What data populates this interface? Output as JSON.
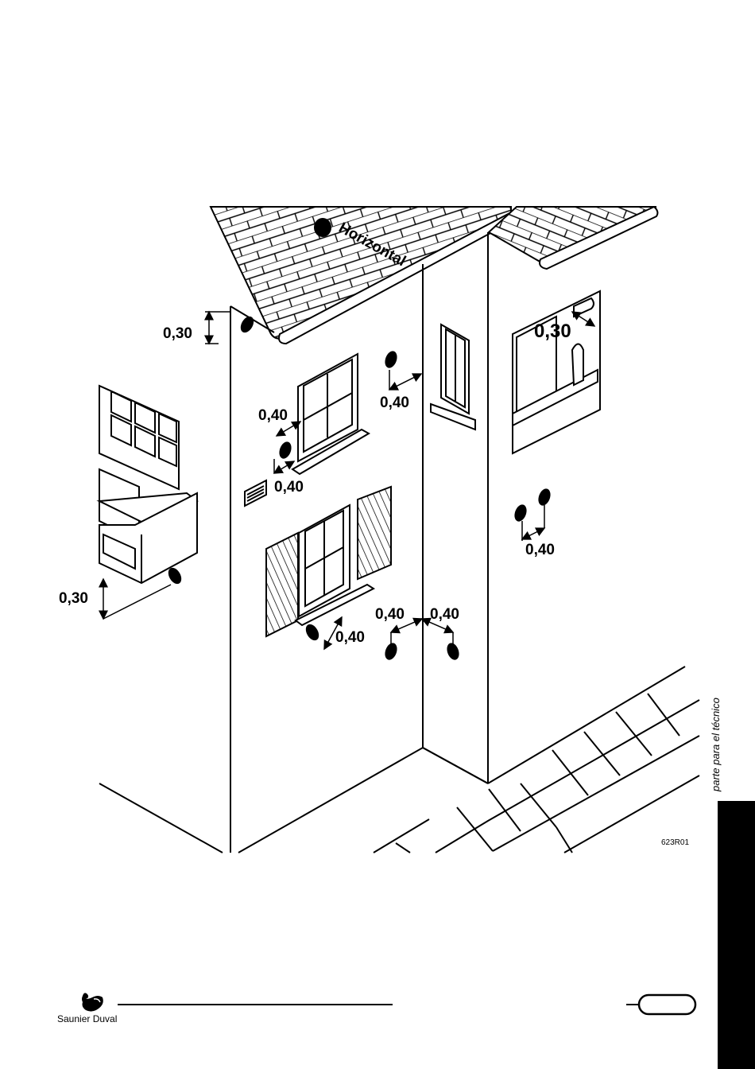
{
  "drawing": {
    "labels": {
      "horizontal": "Horizontal",
      "roof_corner_dim": "0,30",
      "window_left_dim": "0,40",
      "window_below_dim": "0,40",
      "narrow_window_dim": "0,40",
      "upper_right_dim": "0,30",
      "balcony_dim": "0,30",
      "shutter_dim": "0,40",
      "pair_left_dim": "0,40",
      "pair_right_dim": "0,40",
      "right_wall_dim": "0,40"
    },
    "reference_code": "623R01"
  },
  "side_tab": {
    "text": "parte para el técnico"
  },
  "footer": {
    "brand": "Saunier Duval"
  },
  "colors": {
    "ink": "#000000",
    "paper": "#ffffff"
  },
  "icons": {
    "logo": "bird-logo-icon",
    "terminal": "flue-terminal-icon"
  }
}
